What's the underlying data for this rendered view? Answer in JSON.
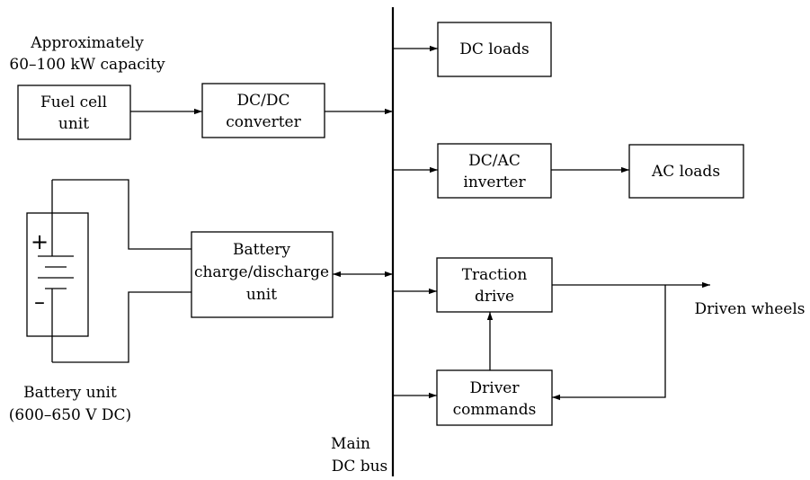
{
  "fuel_cell_note": {
    "line1": "Approximately",
    "line2": "60–100 kW capacity"
  },
  "boxes": {
    "fuel_cell": {
      "line1": "Fuel cell",
      "line2": "unit"
    },
    "dcdc": {
      "line1": "DC/DC",
      "line2": "converter"
    },
    "battery_charge": {
      "line1": "Battery",
      "line2": "charge/discharge",
      "line3": "unit"
    },
    "dc_loads": {
      "line1": "DC loads"
    },
    "dcac": {
      "line1": "DC/AC",
      "line2": "inverter"
    },
    "ac_loads": {
      "line1": "AC loads"
    },
    "traction": {
      "line1": "Traction",
      "line2": "drive"
    },
    "driver": {
      "line1": "Driver",
      "line2": "commands"
    }
  },
  "battery_unit": {
    "plus": "+",
    "minus": "–",
    "line1": "Battery unit",
    "line2": "(600–650 V DC)"
  },
  "bus": {
    "line1": "Main",
    "line2": "DC bus"
  },
  "wheels": {
    "label": "Driven wheels"
  }
}
